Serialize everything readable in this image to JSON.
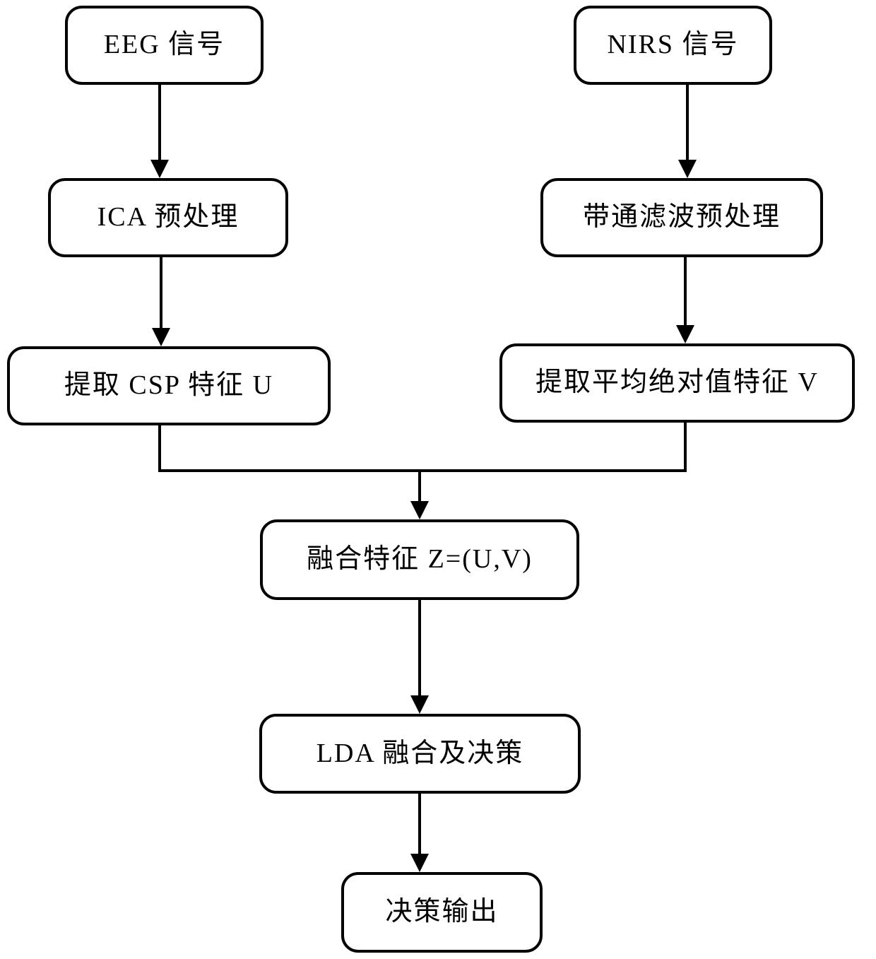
{
  "figure": {
    "type": "flowchart",
    "background_color": "#ffffff",
    "line_color": "#000000",
    "text_color": "#000000"
  },
  "nodes": {
    "eeg": {
      "label": "EEG 信号"
    },
    "nirs": {
      "label": "NIRS 信号"
    },
    "ica": {
      "label": "ICA 预处理"
    },
    "bandpass": {
      "label": "带通滤波预处理"
    },
    "csp": {
      "label": "提取 CSP 特征 U"
    },
    "mav": {
      "label": "提取平均绝对值特征 V"
    },
    "fusion": {
      "label": "融合特征 Z=(U,V)"
    },
    "lda": {
      "label": "LDA 融合及决策"
    },
    "output": {
      "label": "决策输出"
    }
  },
  "edges": [
    {
      "from": "eeg",
      "to": "ica",
      "style": "arrow"
    },
    {
      "from": "nirs",
      "to": "bandpass",
      "style": "arrow"
    },
    {
      "from": "ica",
      "to": "csp",
      "style": "arrow"
    },
    {
      "from": "bandpass",
      "to": "mav",
      "style": "arrow"
    },
    {
      "from": "csp",
      "to": "fusion",
      "style": "merge-then-arrow"
    },
    {
      "from": "mav",
      "to": "fusion",
      "style": "merge-then-arrow"
    },
    {
      "from": "fusion",
      "to": "lda",
      "style": "arrow"
    },
    {
      "from": "lda",
      "to": "output",
      "style": "arrow"
    }
  ]
}
